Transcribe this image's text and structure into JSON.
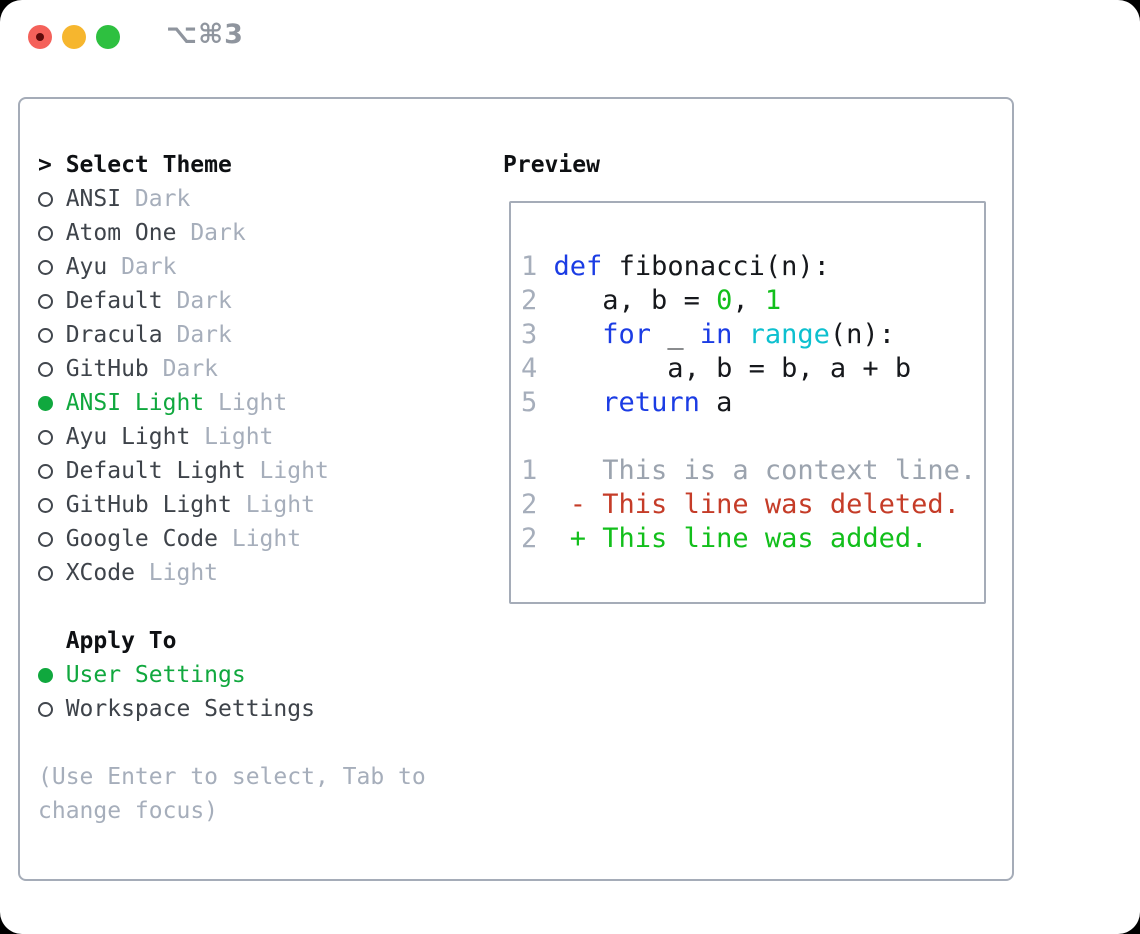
{
  "titlebar": {
    "title": "⌥⌘3",
    "buttons": [
      {
        "name": "close-button",
        "color": "#f4615a",
        "has_dot": true
      },
      {
        "name": "minimize-button",
        "color": "#f6b62e",
        "has_dot": false
      },
      {
        "name": "maximize-button",
        "color": "#2ec040",
        "has_dot": false
      }
    ]
  },
  "colors": {
    "accent_green": "#10a83e",
    "keyword_blue": "#1b3ce4",
    "builtin_cyan": "#0dc0cf",
    "literal_green": "#12bf1b",
    "diff_deleted_red": "#c53c28",
    "muted_gray": "#a6aebb",
    "border_gray": "#a5acb8"
  },
  "theme_panel": {
    "header": "Select Theme",
    "cursor": ">",
    "items": [
      {
        "name": "ANSI",
        "tag": "Dark",
        "selected": false
      },
      {
        "name": "Atom One",
        "tag": "Dark",
        "selected": false
      },
      {
        "name": "Ayu",
        "tag": "Dark",
        "selected": false
      },
      {
        "name": "Default",
        "tag": "Dark",
        "selected": false
      },
      {
        "name": "Dracula",
        "tag": "Dark",
        "selected": false
      },
      {
        "name": "GitHub",
        "tag": "Dark",
        "selected": false
      },
      {
        "name": "ANSI Light",
        "tag": "Light",
        "selected": true
      },
      {
        "name": "Ayu Light",
        "tag": "Light",
        "selected": false
      },
      {
        "name": "Default Light",
        "tag": "Light",
        "selected": false
      },
      {
        "name": "GitHub Light",
        "tag": "Light",
        "selected": false
      },
      {
        "name": "Google Code",
        "tag": "Light",
        "selected": false
      },
      {
        "name": "XCode",
        "tag": "Light",
        "selected": false
      }
    ],
    "apply_to": {
      "header": "Apply To",
      "options": [
        {
          "name": "User Settings",
          "selected": true
        },
        {
          "name": "Workspace Settings",
          "selected": false
        }
      ]
    },
    "hint_lines": [
      "(Use Enter to select, Tab to",
      "change focus)"
    ]
  },
  "preview": {
    "header": "Preview",
    "code_lines": [
      {
        "no": "1",
        "segs": [
          {
            "t": " ",
            "c": "plain"
          },
          {
            "t": "def",
            "c": "kw"
          },
          {
            "t": " fibonacci(n):",
            "c": "plain"
          }
        ]
      },
      {
        "no": "2",
        "segs": [
          {
            "t": "    a, b = ",
            "c": "plain"
          },
          {
            "t": "0",
            "c": "num"
          },
          {
            "t": ", ",
            "c": "plain"
          },
          {
            "t": "1",
            "c": "num"
          }
        ]
      },
      {
        "no": "3",
        "segs": [
          {
            "t": "    ",
            "c": "plain"
          },
          {
            "t": "for",
            "c": "kw"
          },
          {
            "t": " _ ",
            "c": "plain"
          },
          {
            "t": "in",
            "c": "kw"
          },
          {
            "t": " ",
            "c": "plain"
          },
          {
            "t": "range",
            "c": "fn"
          },
          {
            "t": "(n):",
            "c": "plain"
          }
        ]
      },
      {
        "no": "4",
        "segs": [
          {
            "t": "        a, b = b, a + b",
            "c": "plain"
          }
        ]
      },
      {
        "no": "5",
        "segs": [
          {
            "t": "    ",
            "c": "plain"
          },
          {
            "t": "return",
            "c": "kw"
          },
          {
            "t": " a",
            "c": "plain"
          }
        ]
      },
      {
        "no": "",
        "segs": []
      },
      {
        "no": "1",
        "segs": [
          {
            "t": "    This is a context line.",
            "c": "ctx"
          }
        ]
      },
      {
        "no": "2",
        "segs": [
          {
            "t": "  - This line was deleted.",
            "c": "del"
          }
        ]
      },
      {
        "no": "2",
        "segs": [
          {
            "t": "  + This line was added.",
            "c": "add"
          }
        ]
      }
    ]
  }
}
